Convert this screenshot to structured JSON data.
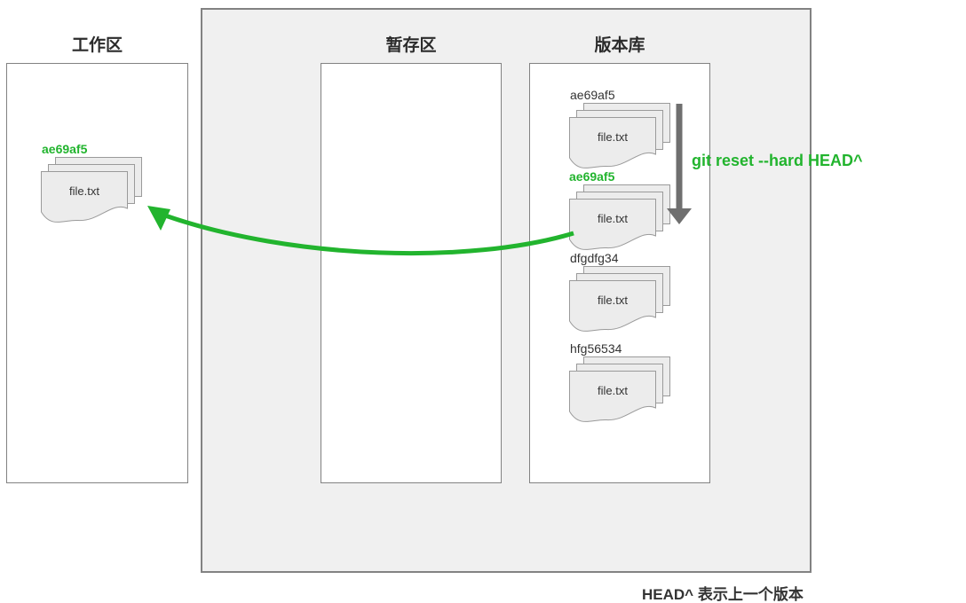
{
  "diagram": {
    "working_area": {
      "title": "工作区",
      "commit": {
        "hash": "ae69af5",
        "file": "file.txt"
      }
    },
    "staging_area": {
      "title": "暂存区"
    },
    "repository": {
      "title": "版本库",
      "commits": [
        {
          "hash": "ae69af5",
          "file": "file.txt"
        },
        {
          "hash": "ae69af5",
          "file": "file.txt"
        },
        {
          "hash": "dfgdfg34",
          "file": "file.txt"
        },
        {
          "hash": "hfg56534",
          "file": "file.txt"
        }
      ]
    },
    "command_label": "git reset --hard HEAD^",
    "footnote": "HEAD^ 表示上一个版本",
    "colors": {
      "accent_green": "#22b42e",
      "arrow_gray": "#6f6f6f",
      "box_border": "#828282",
      "outer_bg": "#f0f0f0",
      "doc_fill": "#ececec",
      "doc_border": "#9a9a9a",
      "text_dark": "#333333"
    }
  }
}
